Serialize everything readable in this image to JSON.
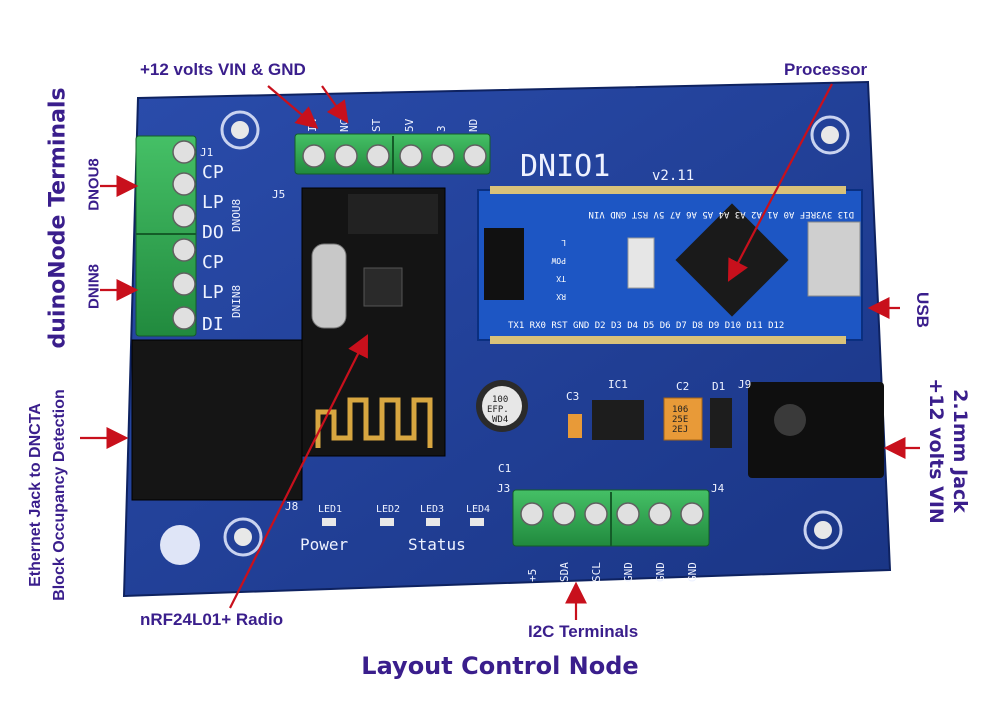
{
  "title": "Layout Control Node",
  "callouts": {
    "vin_gnd": "+12 volts VIN & GND",
    "processor": "Processor",
    "duino_terminals": "duinoNode Terminals",
    "dnou8": "DNOU8",
    "dnin8": "DNIN8",
    "ethernet_line1": "Ethernet Jack to DNCTA",
    "ethernet_line2": "Block Occupancy Detection",
    "usb": "USB",
    "jack_line1": "2.1mm Jack",
    "jack_line2": "+12 volts VIN",
    "radio": "nRF24L01+ Radio",
    "i2c": "I2C Terminals"
  },
  "board": {
    "name": "DNIO1",
    "version": "v2.11",
    "top_pins": [
      "IN",
      "NC",
      "ST",
      "5V",
      "3",
      "ND"
    ],
    "j1": "J1",
    "j5": "J5",
    "j8": "J8",
    "j9": "J9",
    "j3": "J3",
    "j4": "J4",
    "c1": "C1",
    "c2": "C2",
    "c3": "C3",
    "ic1": "IC1",
    "d1": "D1",
    "left_pins": [
      "CP",
      "LP",
      "DO",
      "CP",
      "LP",
      "DI"
    ],
    "left_tag_out": "DNOU8",
    "left_tag_in": "DNIN8",
    "bottom_pins": [
      "+5",
      "SDA",
      "SCL",
      "GND",
      "GND",
      "GND"
    ],
    "led_labels": [
      "LED1",
      "LED2",
      "LED3",
      "LED4"
    ],
    "power_label": "Power",
    "status_label": "Status",
    "nano_top_pins": "D13 3V3REF A0 A1 A2 A3 A4 A5 A6 A7 5V RST GND VIN",
    "nano_bottom_pins": "TX1 RX0 RST GND D2 D3 D4 D5 D6 D7 D8 D9 D10 D11 D12",
    "nano_led_labels": [
      "L",
      "POW",
      "TX",
      "RX"
    ],
    "cap_text": [
      "100",
      "EFP.",
      "WD4"
    ],
    "tant_text": [
      "106",
      "25E",
      "2EJ"
    ]
  },
  "colors": {
    "pcb": "#1f3f94",
    "terminal": "#2fa84f",
    "arrow": "#c8101c",
    "label": "#3a1e8c"
  }
}
